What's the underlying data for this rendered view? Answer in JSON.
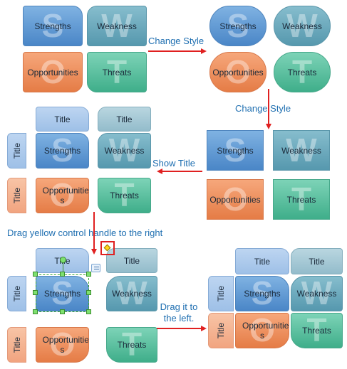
{
  "labels": {
    "strengths": "Strengths",
    "weakness": "Weakness",
    "opportunities": "Opportunities",
    "opportunities_split": "Opportunitie s",
    "threats": "Threats",
    "title": "Title"
  },
  "letters": {
    "s": "S",
    "w": "W",
    "o": "O",
    "t": "T"
  },
  "steps": {
    "change_style_1": "Change Style",
    "change_style_2": "Change Style",
    "show_title": "Show Title",
    "drag_right": "Drag yellow control handle to the right",
    "drag_left": "Drag it to the left."
  },
  "colors": {
    "strengths": "#5b93d1",
    "weakness": "#68a6ba",
    "opportunities": "#ee8f5c",
    "threats": "#55bf9d",
    "arrow": "#e02020",
    "step_text": "#1f6fb1"
  }
}
